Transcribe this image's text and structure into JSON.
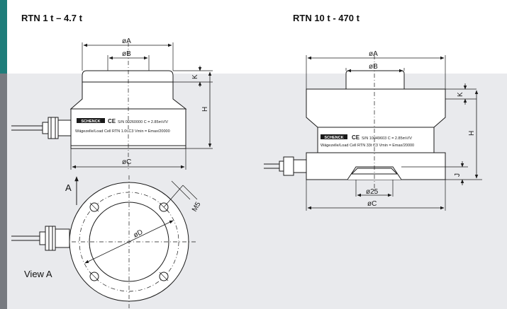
{
  "titles": {
    "left": "RTN 1 t – 4.7 t",
    "right": "RTN 10 t - 470 t"
  },
  "left_view": {
    "dim_outer": "øA",
    "dim_inner": "øB",
    "dim_base": "øC",
    "dim_k": "K",
    "dim_h": "H",
    "brand": "SCHENCK",
    "ce": "CE",
    "serial": "S/N 00260000 C = 2.85mV/V",
    "label_line2": "Wägezelle/Load Cell RTN 1.0t C3  Vmin = Emax/20000"
  },
  "right_view": {
    "dim_outer": "øA",
    "dim_inner": "øB",
    "dim_base": "øC",
    "dim_bore": "ø25",
    "dim_k": "K",
    "dim_h": "H",
    "dim_j": "J",
    "brand": "SCHENCK",
    "ce": "CE",
    "serial": "S/N 10049603 C = 2.85mV/V",
    "label_line2": "Wägezelle/Load Cell RTN 33t C3  Vmin = Emax/20000"
  },
  "bottom_view": {
    "arrow_letter": "A",
    "view_label": "View A",
    "dim_d": "øD",
    "dim_thread": "M5"
  },
  "colors": {
    "background_band": "#e9eaed",
    "accent_teal": "#1f7d7a",
    "accent_gray": "#777a80",
    "line": "#1a1a1a"
  }
}
